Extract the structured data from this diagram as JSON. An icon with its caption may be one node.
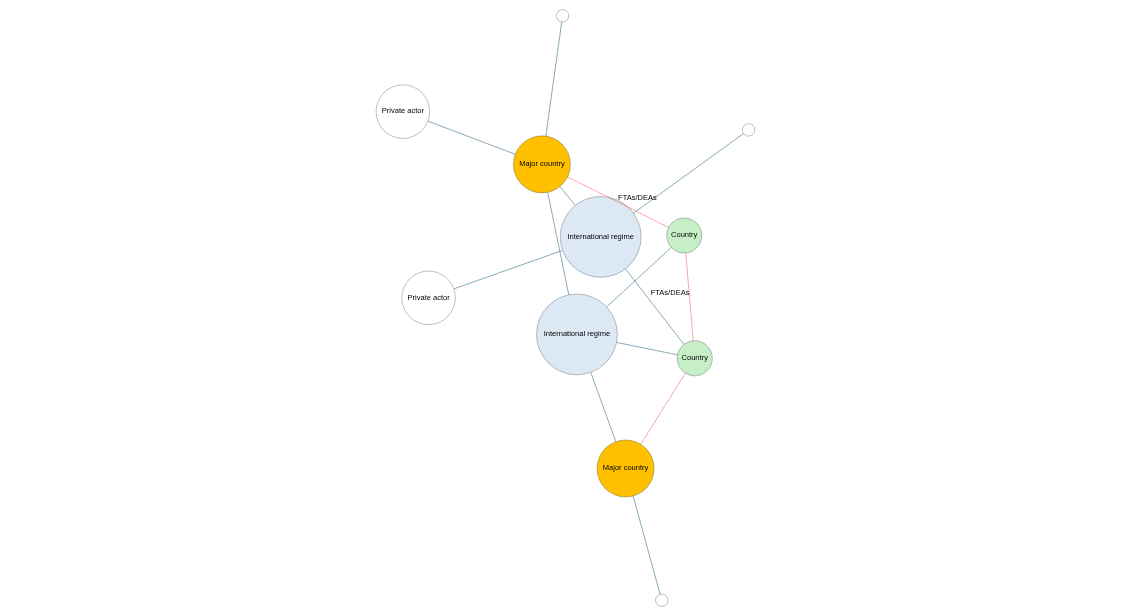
{
  "diagram": {
    "nodes": [
      {
        "text": [
          "International regime"
        ]
      },
      {
        "text": [],
        "shape": "circle"
      },
      {
        "text": [
          "Private actor"
        ]
      },
      {
        "text": [
          "Major country"
        ]
      },
      {
        "text": [],
        "shape": "circle"
      },
      {
        "text": [
          "Private actor"
        ]
      },
      {
        "text": [
          "Major country"
        ]
      },
      {
        "text": [],
        "shape": "circle"
      },
      {
        "text": [
          "International regime"
        ]
      },
      {
        "text": [
          "Country"
        ]
      },
      {
        "text": [
          "Country"
        ]
      }
    ],
    "edges": [
      {
        "from": 0,
        "to": 1,
        "arrow": "none"
      },
      {
        "from": 2,
        "to": 0,
        "arrow": "none"
      },
      {
        "from": 0,
        "to": 3,
        "arrow": "none"
      },
      {
        "from": 4,
        "to": 3,
        "arrow": "none"
      },
      {
        "from": 3,
        "to": 5,
        "arrow": "none"
      },
      {
        "from": 6,
        "to": 7,
        "arrow": "none"
      },
      {
        "from": 6,
        "to": 8,
        "arrow": "none"
      },
      {
        "from": 0,
        "to": 9,
        "arrow": "none"
      },
      {
        "from": 3,
        "to": 8,
        "arrow": "none"
      },
      {
        "from": 8,
        "to": 9,
        "arrow": "none"
      },
      {
        "from": 8,
        "to": 10,
        "arrow": "none"
      },
      {
        "from": 6,
        "to": 9,
        "arrow": "none",
        "style": "dashed",
        "color": "#e8322b"
      },
      {
        "from": 9,
        "to": 10,
        "arrow": "none",
        "style": "dashed",
        "color": "#e8322b",
        "label": "FTAs/DEAs"
      },
      {
        "from": 3,
        "to": 10,
        "arrow": "none",
        "style": "dashed",
        "color": "#e8322b",
        "label": "FTAs/DEAs"
      }
    ]
  }
}
